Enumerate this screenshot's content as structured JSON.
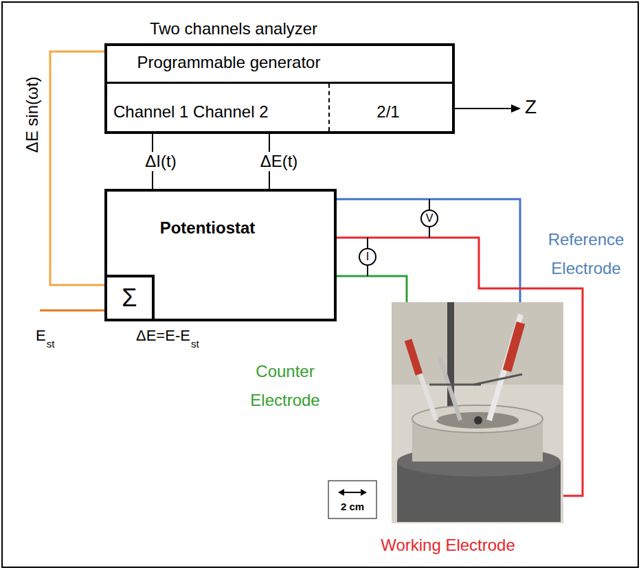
{
  "diagram": {
    "nodes": [
      {
        "text": [
          "Two channels analyzer",
          "Programmable generator",
          "Channel 1 Channel 2",
          "2/1"
        ]
      },
      {
        "text": [
          "Potentiostat"
        ]
      },
      {
        "text": [
          "Σ"
        ],
        "in": 1
      },
      {
        "text": [
          "V"
        ]
      },
      {
        "text": [
          "I"
        ]
      }
    ],
    "edges": [
      {
        "from": 1,
        "to": 0,
        "label": "ΔI(t)",
        "arrow": "none"
      },
      {
        "from": 1,
        "to": 0,
        "label": "ΔE(t)",
        "arrow": "none"
      },
      {
        "from": 0,
        "to": 2,
        "label": "ΔE sin(ωt)",
        "arrow": "none"
      }
    ],
    "labels": [
      "Z",
      "E",
      "st",
      "ΔE=E-E",
      "st",
      "Reference Electrode",
      "Counter Electrode",
      "Working Electrode",
      "2 cm"
    ]
  }
}
